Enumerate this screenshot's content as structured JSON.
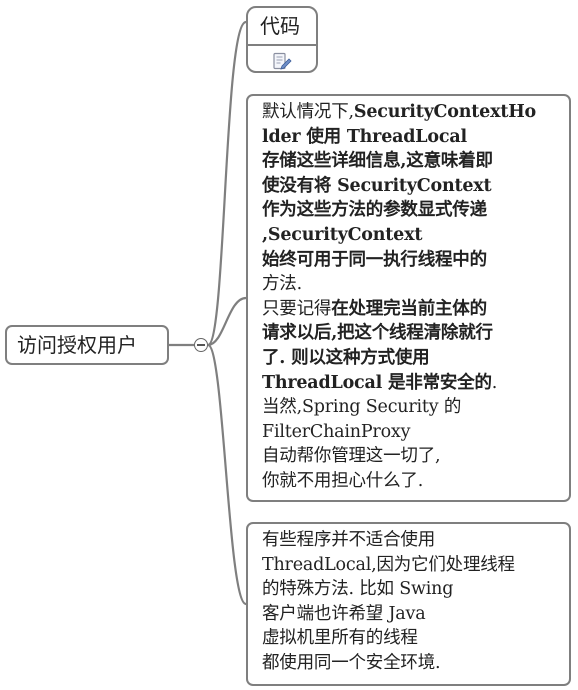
{
  "colors": {
    "border": "#7f7f7f",
    "connector": "#7f7f7f",
    "text": "#222222",
    "background": "#ffffff"
  },
  "root": {
    "label": "访问授权用户"
  },
  "code_node": {
    "title": "代码",
    "icon": "note-edit-icon"
  },
  "topic_2": {
    "lines": [
      {
        "segments": [
          {
            "text": "默认情况下,",
            "bold": false
          },
          {
            "text": "SecurityContextHo",
            "bold": true
          }
        ]
      },
      {
        "segments": [
          {
            "text": "lder 使用 ThreadLocal",
            "bold": true
          }
        ]
      },
      {
        "segments": [
          {
            "text": "存储这些详细信息,这意味着即",
            "bold": true
          }
        ]
      },
      {
        "segments": [
          {
            "text": "使没有将 SecurityContext",
            "bold": true
          }
        ]
      },
      {
        "segments": [
          {
            "text": "作为这些方法的参数显式传递",
            "bold": true
          }
        ]
      },
      {
        "segments": [
          {
            "text": ",SecurityContext",
            "bold": true
          }
        ]
      },
      {
        "segments": [
          {
            "text": "始终可用于同一执行线程中的",
            "bold": true
          }
        ]
      },
      {
        "segments": [
          {
            "text": "方法.",
            "bold": false
          }
        ]
      },
      {
        "segments": [
          {
            "text": "只要记得",
            "bold": false
          },
          {
            "text": "在处理完当前主体的",
            "bold": true
          }
        ]
      },
      {
        "segments": [
          {
            "text": "请求以后,把这个线程清除就行",
            "bold": true
          }
        ]
      },
      {
        "segments": [
          {
            "text": "了. 则以这种方式使用",
            "bold": true
          }
        ]
      },
      {
        "segments": [
          {
            "text": "ThreadLocal 是非常安全的",
            "bold": true
          },
          {
            "text": ".",
            "bold": false
          }
        ]
      },
      {
        "segments": [
          {
            "text": "当然,Spring Security 的",
            "bold": false
          }
        ]
      },
      {
        "segments": [
          {
            "text": "FilterChainProxy",
            "bold": false
          }
        ]
      },
      {
        "segments": [
          {
            "text": "自动帮你管理这一切了,",
            "bold": false
          }
        ]
      },
      {
        "segments": [
          {
            "text": "你就不用担心什么了.",
            "bold": false
          }
        ]
      }
    ]
  },
  "topic_3": {
    "lines": [
      {
        "segments": [
          {
            "text": "有些程序并不适合使用",
            "bold": false
          }
        ]
      },
      {
        "segments": [
          {
            "text": "ThreadLocal,因为它们处理线程",
            "bold": false
          }
        ]
      },
      {
        "segments": [
          {
            "text": "的特殊方法. 比如 Swing",
            "bold": false
          }
        ]
      },
      {
        "segments": [
          {
            "text": "客户端也许希望 Java",
            "bold": false
          }
        ]
      },
      {
        "segments": [
          {
            "text": "虚拟机里所有的线程",
            "bold": false
          }
        ]
      },
      {
        "segments": [
          {
            "text": "都使用同一个安全环境.",
            "bold": false
          }
        ]
      }
    ]
  }
}
